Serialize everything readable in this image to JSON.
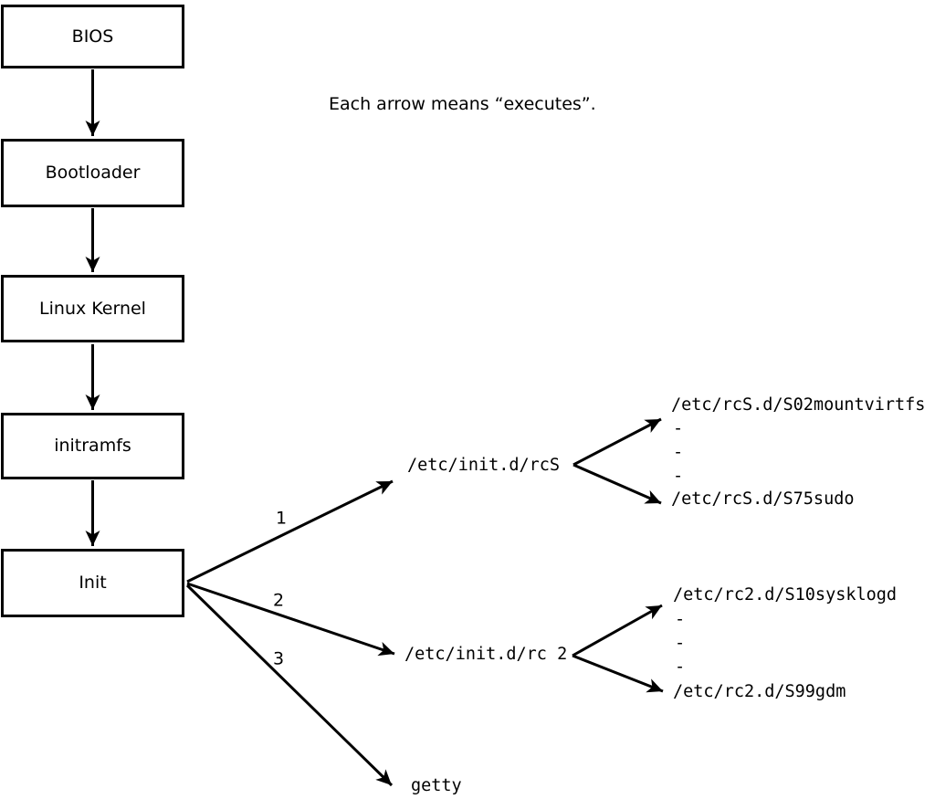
{
  "diagram": {
    "note": "Each arrow means “executes”.",
    "boxes": [
      "BIOS",
      "Bootloader",
      "Linux Kernel",
      "initramfs",
      "Init"
    ],
    "edge_labels": [
      "1",
      "2",
      "3"
    ],
    "targets": [
      "/etc/init.d/rcS",
      "/etc/init.d/rc 2",
      "getty"
    ],
    "rcS_scripts": {
      "first": "/etc/rcS.d/S02mountvirtfs",
      "dots": [
        "-",
        "-",
        "-"
      ],
      "last": "/etc/rcS.d/S75sudo"
    },
    "rc2_scripts": {
      "first": "/etc/rc2.d/S10sysklogd",
      "dots": [
        "-",
        "-",
        "-"
      ],
      "last": "/etc/rc2.d/S99gdm"
    },
    "colors": {
      "ink": "#000000",
      "paper": "#ffffff"
    }
  }
}
